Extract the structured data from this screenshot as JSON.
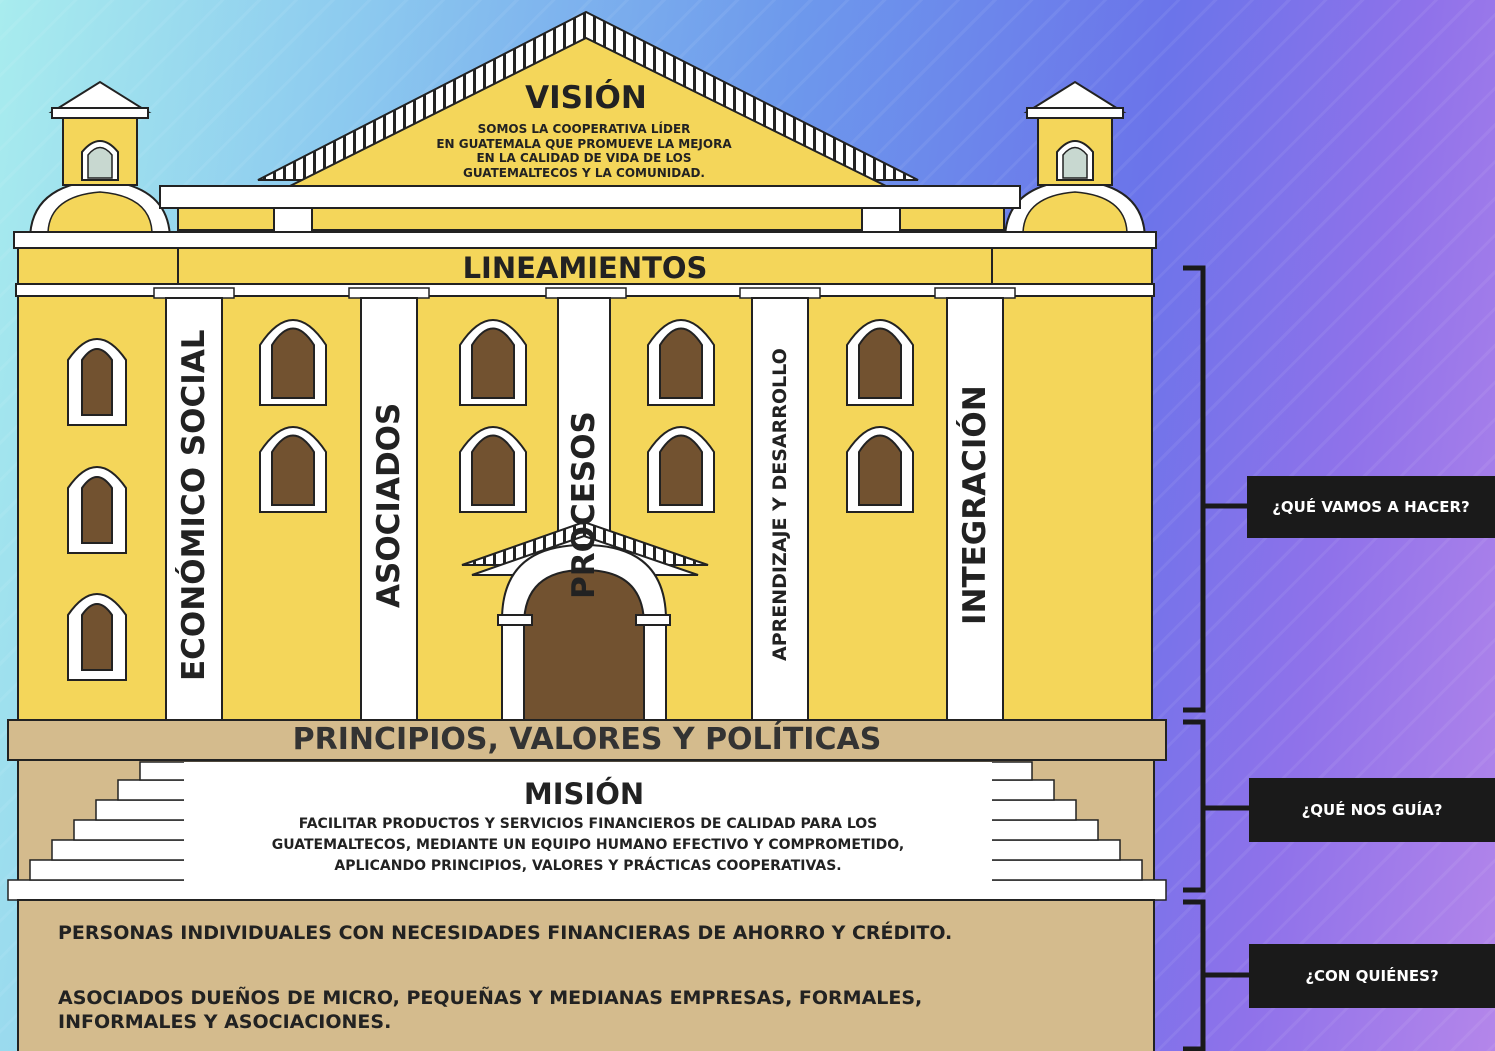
{
  "vision": {
    "title": "VISIÓN",
    "line1": "SOMOS LA COOPERATIVA LÍDER",
    "line2": "EN GUATEMALA QUE PROMUEVE LA MEJORA",
    "line3": "EN LA CALIDAD DE VIDA DE LOS",
    "line4": "GUATEMALTECOS Y LA COMUNIDAD."
  },
  "lineamientos": {
    "title": "LINEAMIENTOS",
    "pillars": [
      "ECONÓMICO  SOCIAL",
      "ASOCIADOS",
      "PROCESOS",
      "APRENDIZAJE  Y  DESARROLLO",
      "INTEGRACIÓN"
    ]
  },
  "principios": "PRINCIPIOS,  VALORES  Y  POLÍTICAS",
  "mision": {
    "title": "MISIÓN",
    "line1": "FACILITAR PRODUCTOS Y SERVICIOS FINANCIEROS DE CALIDAD PARA LOS",
    "line2": "GUATEMALTECOS, MEDIANTE UN EQUIPO HUMANO EFECTIVO Y COMPROMETIDO,",
    "line3": "APLICANDO PRINCIPIOS, VALORES Y  PRÁCTICAS COOPERATIVAS."
  },
  "base": {
    "line1": "PERSONAS INDIVIDUALES CON NECESIDADES FINANCIERAS DE AHORRO Y CRÉDITO.",
    "line2": "ASOCIADOS DUEÑOS DE MICRO, PEQUEÑAS Y MEDIANAS EMPRESAS, FORMALES,",
    "line3": "INFORMALES Y ASOCIACIONES."
  },
  "questions": {
    "q1": "¿QUÉ VAMOS A HACER?",
    "q2": "¿QUÉ  NOS GUÍA?",
    "q3": "¿CON  QUIÉNES?"
  },
  "colors": {
    "yellow": "#f4d65a",
    "brown": "#725230",
    "tan": "#d4bb8d",
    "white": "#ffffff",
    "dark": "#1a1a1a"
  }
}
